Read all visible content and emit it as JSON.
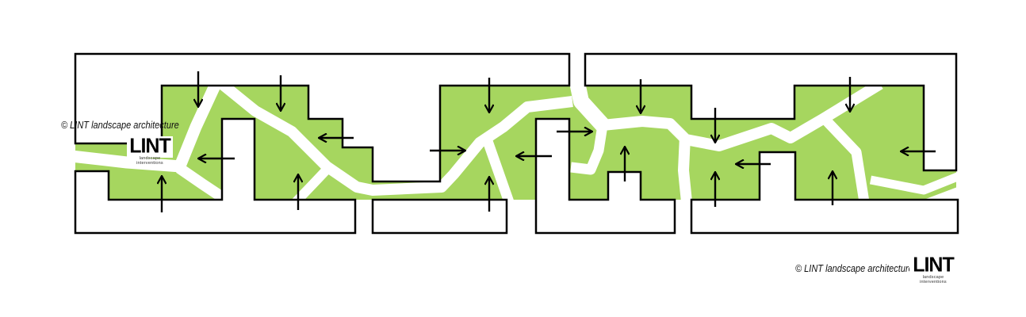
{
  "credit": {
    "copyright_symbol": "©",
    "text": "LINT landscape architecture"
  },
  "logo": {
    "word": "LINT",
    "tagline": "landscape interventions"
  },
  "colors": {
    "green": "#a6d65f",
    "outline": "#000000",
    "background": "#ffffff"
  }
}
